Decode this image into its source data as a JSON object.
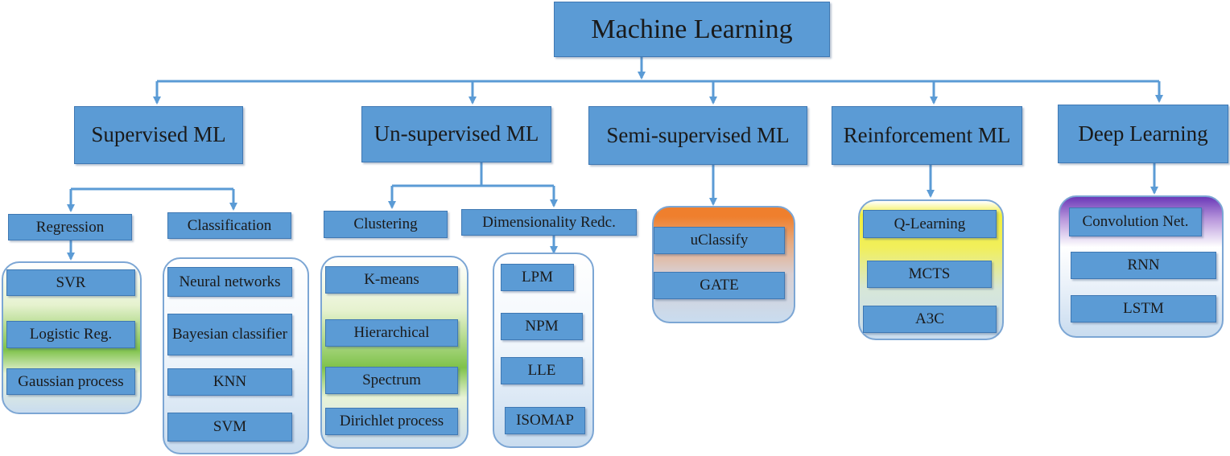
{
  "root": {
    "label": "Machine Learning"
  },
  "categories": [
    {
      "label": "Supervised ML"
    },
    {
      "label": "Un-supervised ML"
    },
    {
      "label": "Semi-supervised ML"
    },
    {
      "label": "Reinforcement ML"
    },
    {
      "label": "Deep Learning"
    }
  ],
  "supervised": {
    "regression": {
      "label": "Regression",
      "items": [
        "SVR",
        "Logistic Reg.",
        "Gaussian process"
      ]
    },
    "classification": {
      "label": "Classification",
      "items": [
        "Neural networks",
        "Bayesian classifier",
        "KNN",
        "SVM"
      ]
    }
  },
  "unsupervised": {
    "clustering": {
      "label": "Clustering",
      "items": [
        "K-means",
        "Hierarchical",
        "Spectrum",
        "Dirichlet process"
      ]
    },
    "dimensionality": {
      "label": "Dimensionality Redc.",
      "items": [
        "LPM",
        "NPM",
        "LLE",
        "ISOMAP"
      ]
    }
  },
  "semi_supervised": {
    "items": [
      "uClassify",
      "GATE"
    ]
  },
  "reinforcement": {
    "items": [
      "Q-Learning",
      "MCTS",
      "A3C"
    ]
  },
  "deep_learning": {
    "items": [
      "Convolution Net.",
      "RNN",
      "LSTM"
    ]
  },
  "colors": {
    "box_fill": "#5b9bd5",
    "box_border": "#3f78b3",
    "connector": "#5b9bd5",
    "group_border": "#7ca6d4",
    "accent_green": "#7fc24a",
    "accent_orange": "#ef7f2d",
    "accent_yellow": "#f2ef3c",
    "accent_purple": "#6b39b8"
  }
}
